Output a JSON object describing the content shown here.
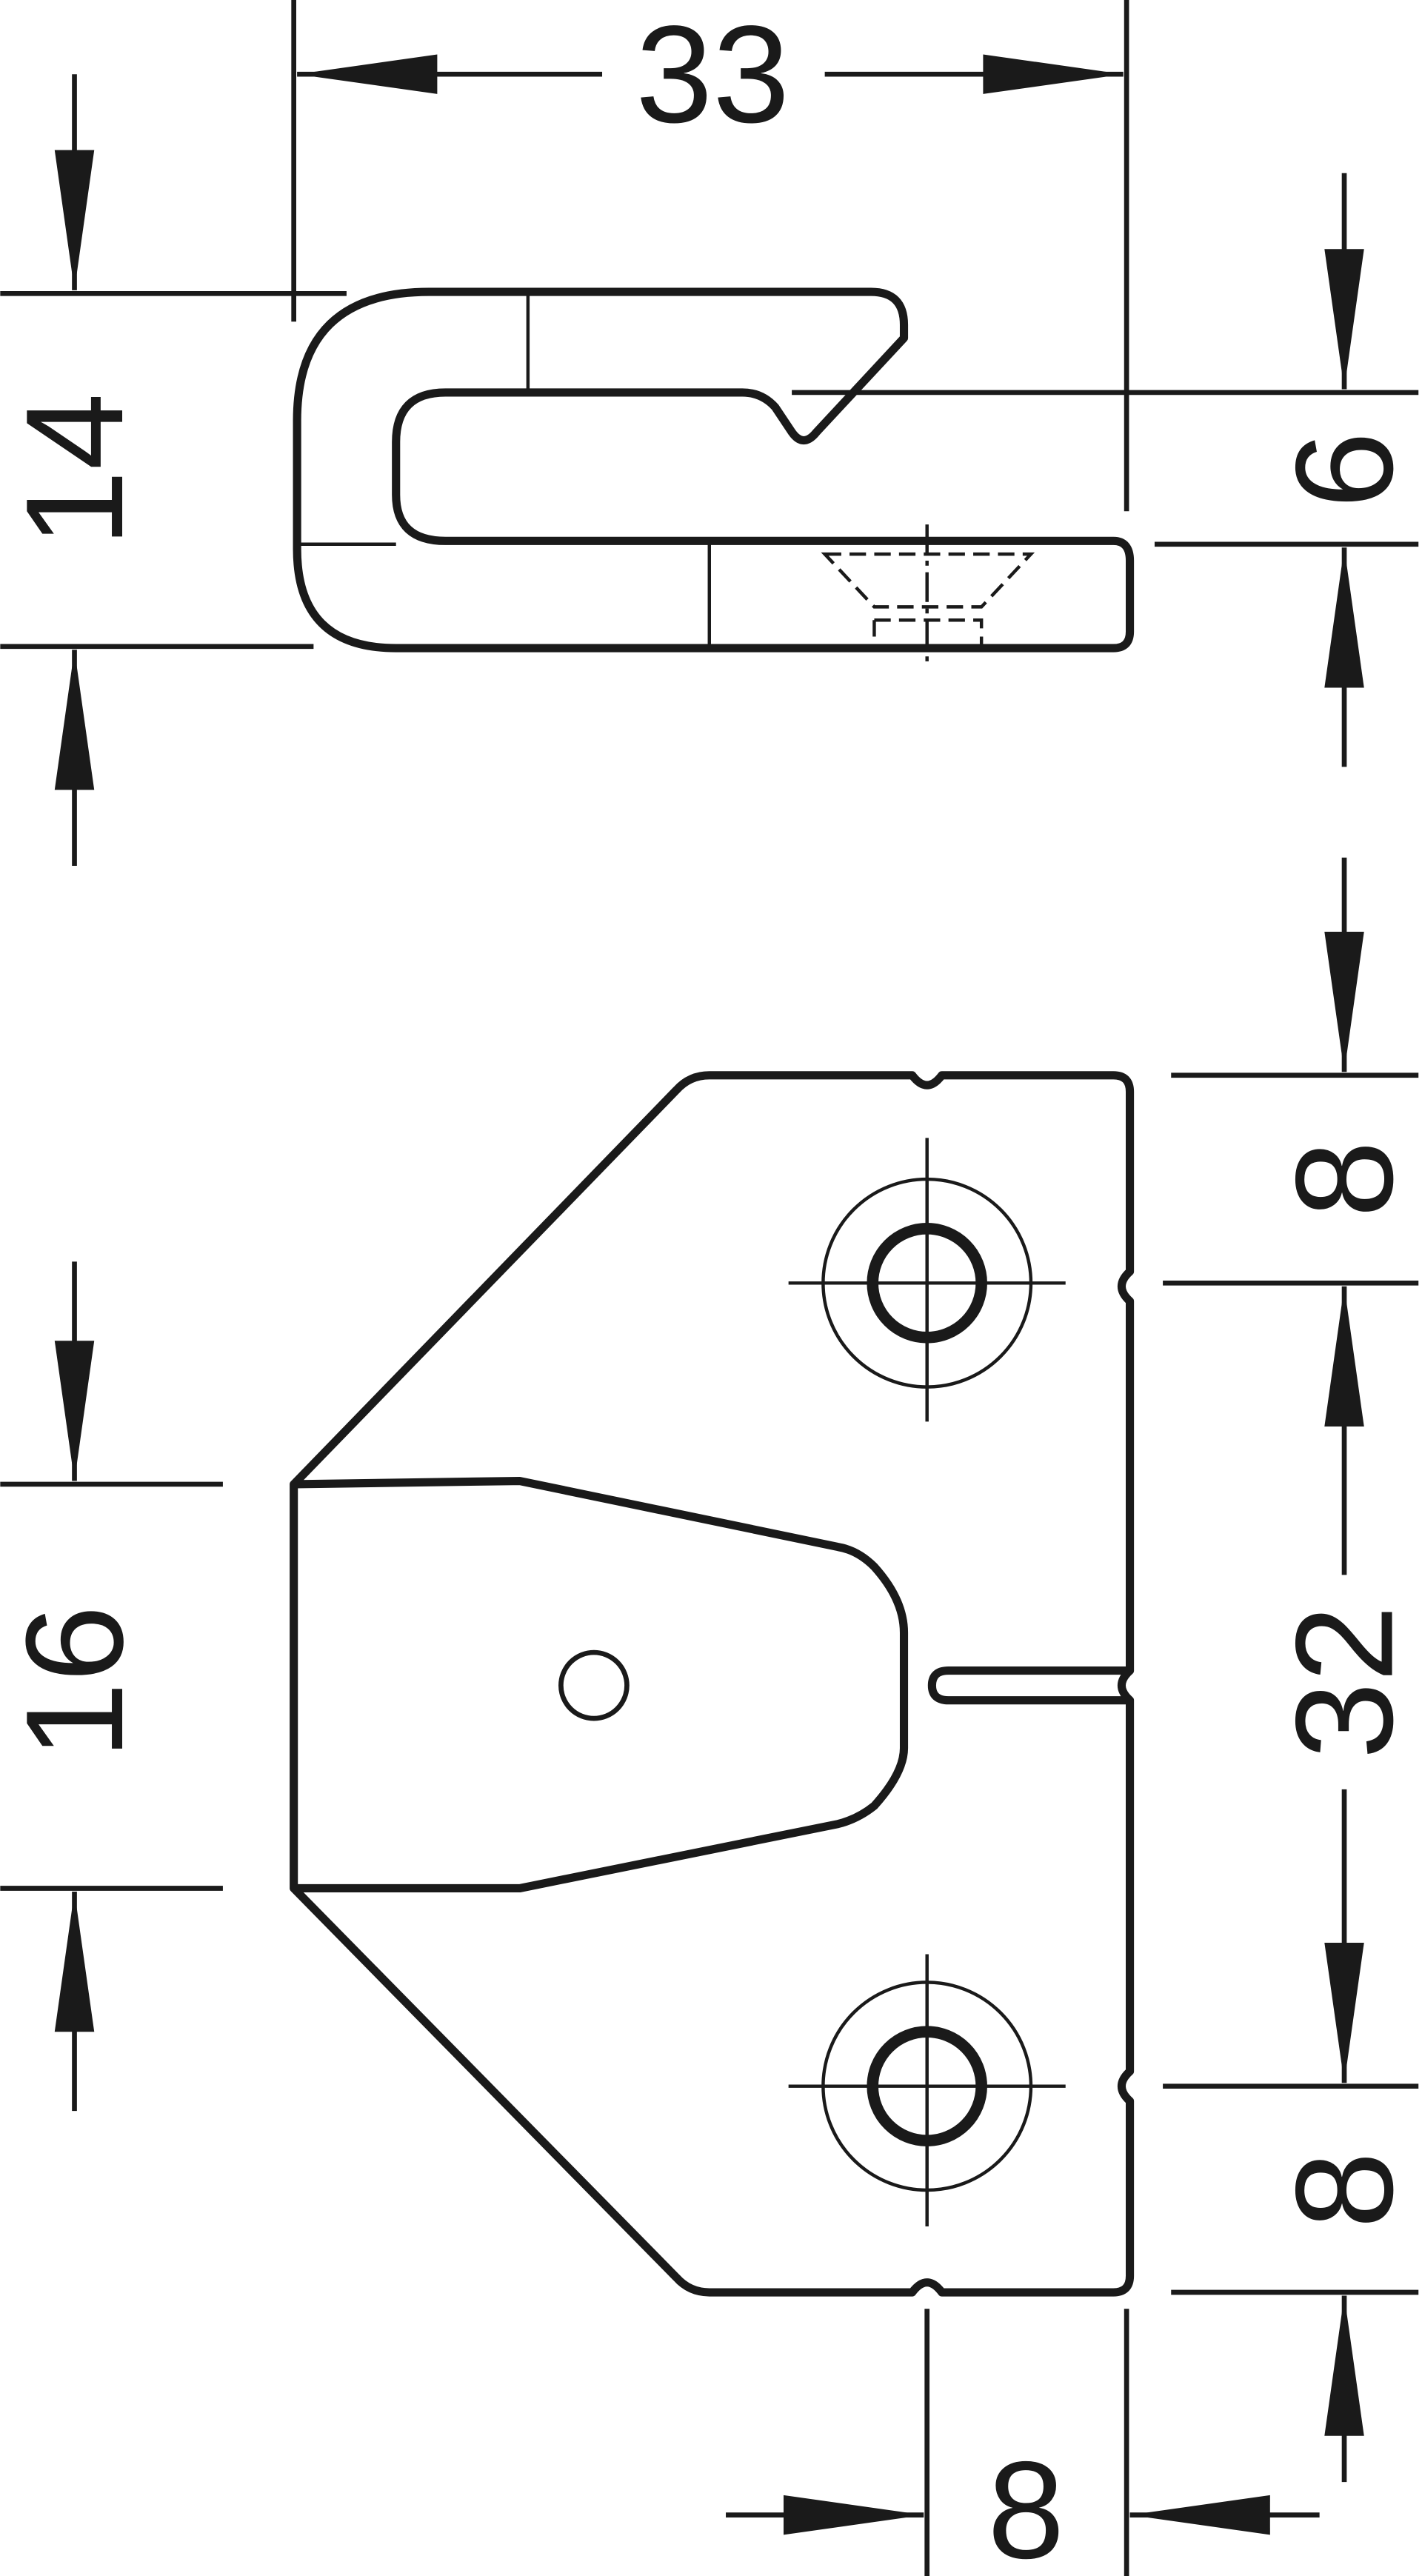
{
  "drawing": {
    "dimensions": {
      "overall_width": "33",
      "side_height": "14",
      "slot_depth": "6",
      "top_hole_offset": "8",
      "hole_spacing": "32",
      "bottom_hole_offset": "8",
      "tongue_height": "16",
      "hole_edge_offset": "8"
    }
  }
}
